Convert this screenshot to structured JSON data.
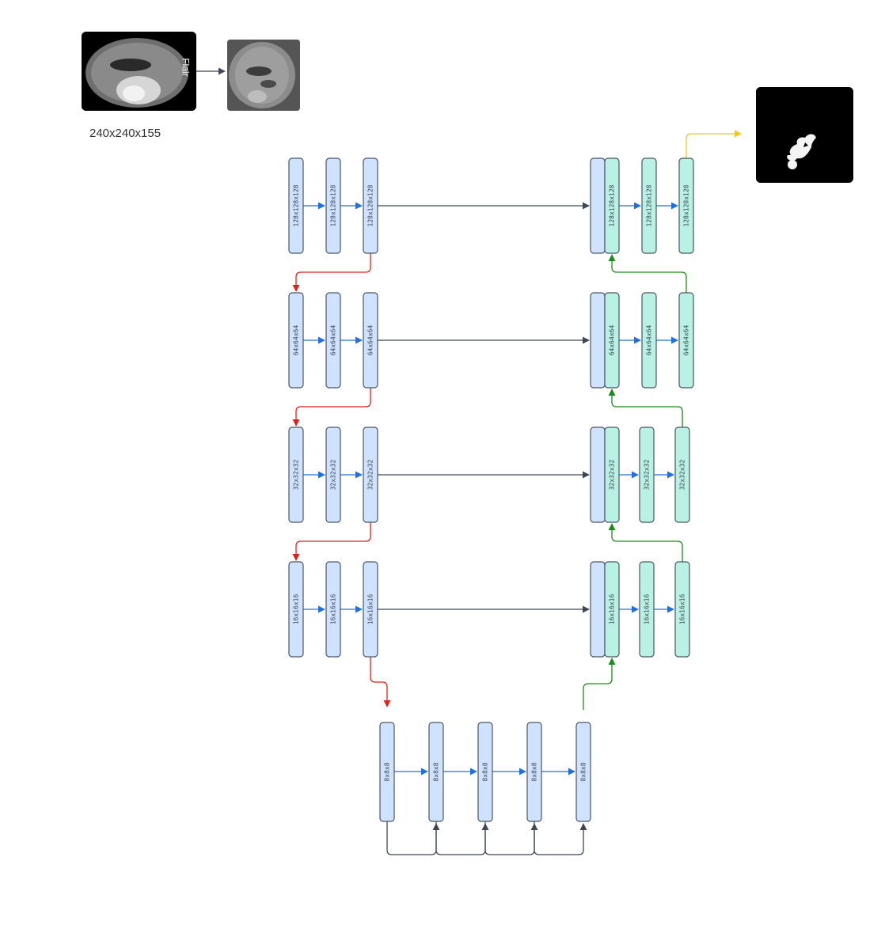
{
  "input_image": {
    "label": "Flair",
    "size_label": "240x240x155"
  },
  "encoder": [
    {
      "level": 1,
      "blocks": [
        "128x128x128",
        "128x128x128",
        "128x128x128"
      ]
    },
    {
      "level": 2,
      "blocks": [
        "64x64x64",
        "64x64x64",
        "64x64x64"
      ]
    },
    {
      "level": 3,
      "blocks": [
        "32x32x32",
        "32x32x32",
        "32x32x32"
      ]
    },
    {
      "level": 4,
      "blocks": [
        "16x16x16",
        "16x16x16",
        "16x16x16"
      ]
    }
  ],
  "bottleneck": {
    "blocks": [
      "8x8x8",
      "8x8x8",
      "8x8x8",
      "8x8x8",
      "8x8x8"
    ]
  },
  "decoder": [
    {
      "level": 1,
      "blocks": [
        "128x128x128",
        "128x128x128",
        "128x128x128"
      ]
    },
    {
      "level": 2,
      "blocks": [
        "64x64x64",
        "64x64x64",
        "64x64x64"
      ]
    },
    {
      "level": 3,
      "blocks": [
        "32x32x32",
        "32x32x32",
        "32x32x32"
      ]
    },
    {
      "level": 4,
      "blocks": [
        "16x16x16",
        "16x16x16",
        "16x16x16"
      ]
    }
  ],
  "colors": {
    "encoder_block": "#cfe2ff",
    "decoder_block": "#b9f2e4",
    "block_stroke": "#4a5561",
    "conv_arrow": "#1f6fe0",
    "down_arrow": "#e0201a",
    "up_arrow": "#1a8c1a",
    "skip_arrow": "#3f4852",
    "output_arrow": "#f5c518"
  }
}
